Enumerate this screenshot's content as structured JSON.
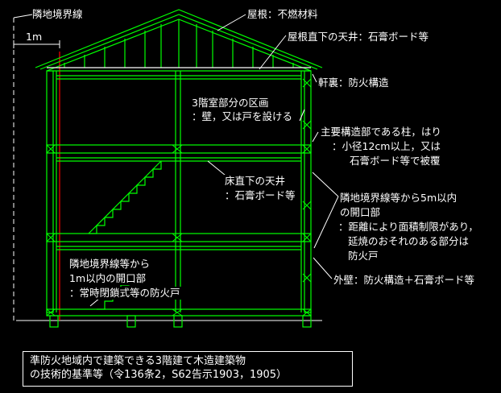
{
  "labels": {
    "boundary_line": "隣地境界線",
    "distance": "1m",
    "roof": "屋根：不燃材料",
    "roof_ceiling": "屋根直下の天井：石膏ボード等",
    "eaves": "軒裏：防火構造",
    "third_floor_l1": "3階室部分の区画",
    "third_floor_l2": "：壁，又は戸を設ける",
    "columns_l1": "主要構造部である柱，はり",
    "columns_l2": "：小径12cm以上，又は",
    "columns_l3": "石膏ボード等で被覆",
    "floor_ceiling_l1": "床直下の天井",
    "floor_ceiling_l2": "：石膏ボード等",
    "opening5m_l1": "隣地境界線等から5m以内",
    "opening5m_l2": "の開口部",
    "opening5m_l3": "：距離により面積制限があり，",
    "opening5m_l4": "延焼のおそれのある部分は",
    "opening5m_l5": "防火戸",
    "opening1m_l1": "隣地境界線等から",
    "opening1m_l2": "1m以内の開口部",
    "opening1m_l3": "：常時閉鎖式等の防火戸",
    "exterior_wall": "外壁：防火構造＋石膏ボード等"
  },
  "caption": {
    "line1": "準防火地域内で建築できる3階建て木造建築物",
    "line2": "の技術的基準等（令136条2，S62告示1903，1905）"
  },
  "colors": {
    "background": "#000000",
    "structure": "#00ff00",
    "boundary": "#ff0000",
    "text": "#ffffff"
  }
}
